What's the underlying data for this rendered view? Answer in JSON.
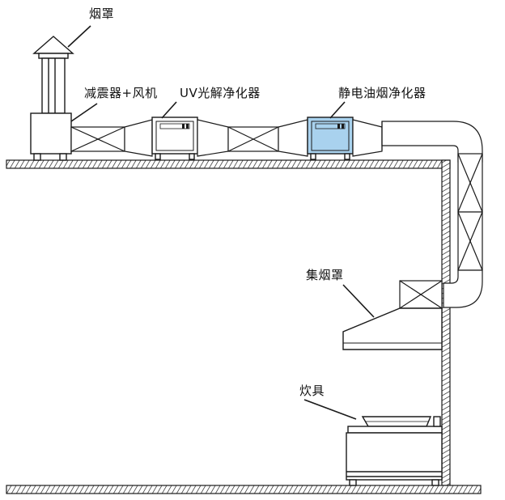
{
  "labels": {
    "chimney_cap": "烟罩",
    "fan": "减震器+风机",
    "uv_purifier": "UV光解净化器",
    "esp_purifier": "静电油烟净化器",
    "range_hood": "集烟罩",
    "stove": "炊具"
  },
  "colors": {
    "line": "#1a1a1a",
    "esp_fill": "#a9d2ee",
    "uv_fill": "#ffffff",
    "duct_fill": "#ffffff"
  }
}
